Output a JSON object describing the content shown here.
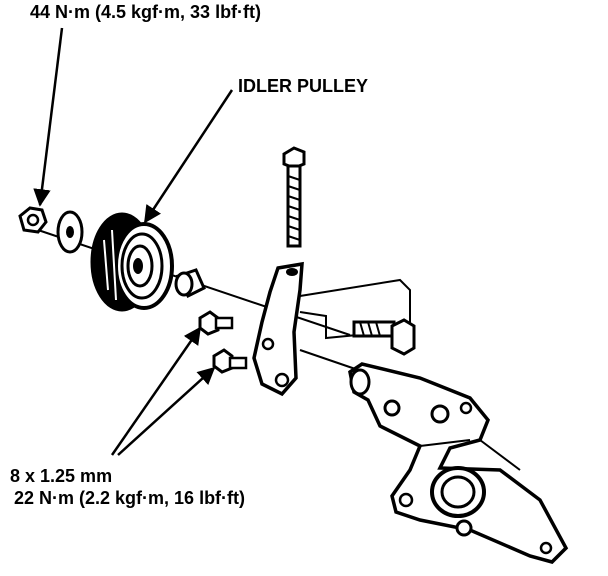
{
  "labels": {
    "top_torque": "44 N·m (4.5 kgf·m, 33 lbf·ft)",
    "idler_pulley": "IDLER PULLEY",
    "bolt_size": "8 x 1.25 mm",
    "bolt_torque": "22 N·m (2.2 kgf·m, 16 lbf·ft)"
  },
  "colors": {
    "ink": "#000000",
    "paper": "#ffffff"
  }
}
